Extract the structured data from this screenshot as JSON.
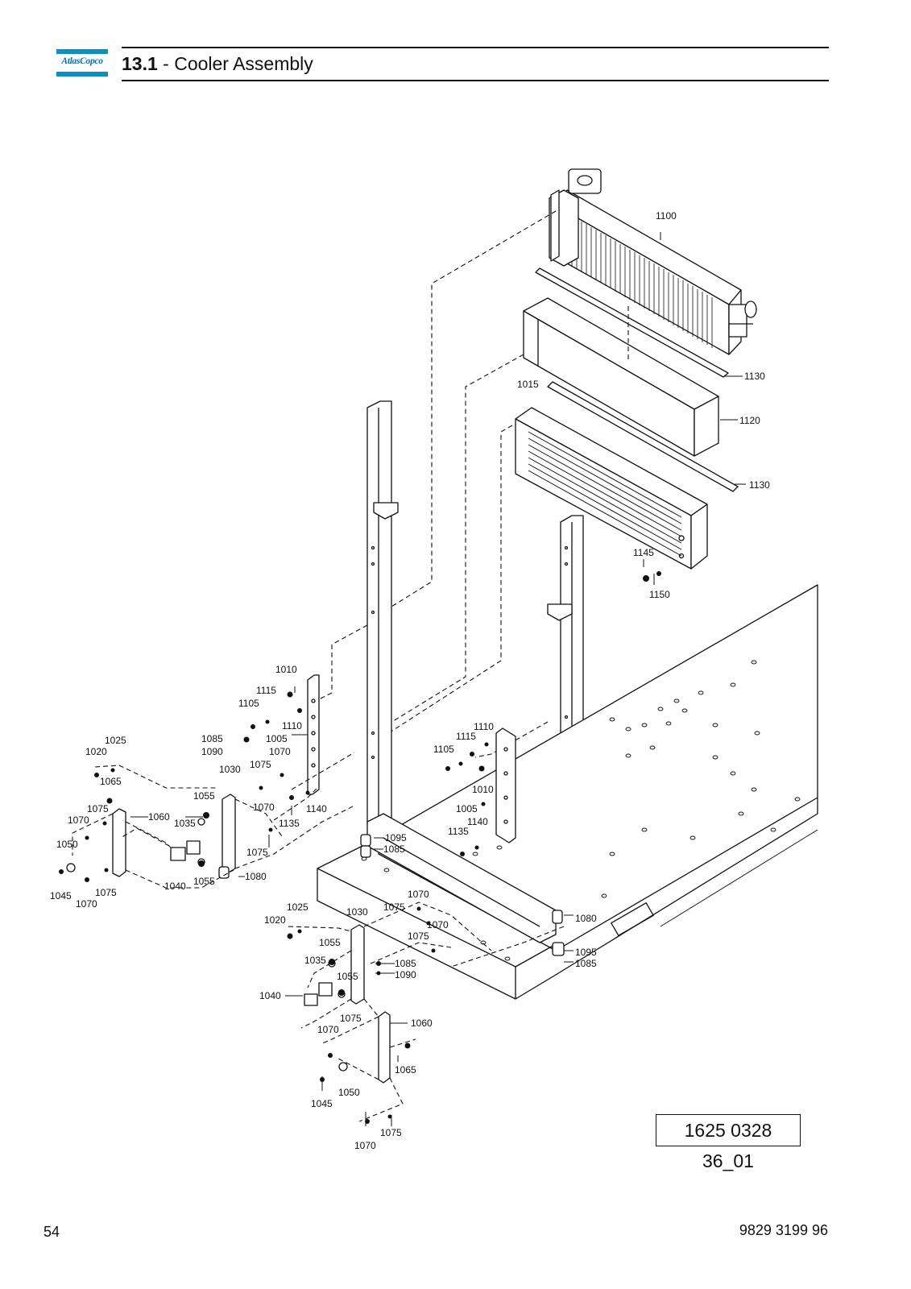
{
  "header": {
    "logo_text": "AtlasCopco",
    "section_number": "13.1",
    "section_title": " - Cooler Assembly"
  },
  "diagram": {
    "parts": [
      {
        "id": "p1100",
        "label": "1100"
      },
      {
        "id": "p1130a",
        "label": "1130"
      },
      {
        "id": "p1015",
        "label": "1015"
      },
      {
        "id": "p1120",
        "label": "1120"
      },
      {
        "id": "p1130b",
        "label": "1130"
      },
      {
        "id": "p1145",
        "label": "1145"
      },
      {
        "id": "p1150",
        "label": "1150"
      },
      {
        "id": "p1010a",
        "label": "1010"
      },
      {
        "id": "p1115a",
        "label": "1115"
      },
      {
        "id": "p1105a",
        "label": "1105"
      },
      {
        "id": "p1110a",
        "label": "1110"
      },
      {
        "id": "p1085a",
        "label": "1085"
      },
      {
        "id": "p1005a",
        "label": "1005"
      },
      {
        "id": "p1090a",
        "label": "1090"
      },
      {
        "id": "p1070a",
        "label": "1070"
      },
      {
        "id": "p1025a",
        "label": "1025"
      },
      {
        "id": "p1020a",
        "label": "1020"
      },
      {
        "id": "p1030a",
        "label": "1030"
      },
      {
        "id": "p1075a",
        "label": "1075"
      },
      {
        "id": "p1065a",
        "label": "1065"
      },
      {
        "id": "p1055a",
        "label": "1055"
      },
      {
        "id": "p1070b",
        "label": "1070"
      },
      {
        "id": "p1140a",
        "label": "1140"
      },
      {
        "id": "p1075b",
        "label": "1075"
      },
      {
        "id": "p1060a",
        "label": "1060"
      },
      {
        "id": "p1070c",
        "label": "1070"
      },
      {
        "id": "p1035a",
        "label": "1035"
      },
      {
        "id": "p1135a",
        "label": "1135"
      },
      {
        "id": "p1050a",
        "label": "1050"
      },
      {
        "id": "p1075c",
        "label": "1075"
      },
      {
        "id": "p1080a",
        "label": "1080"
      },
      {
        "id": "p1040a",
        "label": "1040"
      },
      {
        "id": "p1055b",
        "label": "1055"
      },
      {
        "id": "p1045a",
        "label": "1045"
      },
      {
        "id": "p1075d",
        "label": "1075"
      },
      {
        "id": "p1070d",
        "label": "1070"
      },
      {
        "id": "p1110b",
        "label": "1110"
      },
      {
        "id": "p1115b",
        "label": "1115"
      },
      {
        "id": "p1105b",
        "label": "1105"
      },
      {
        "id": "p1010b",
        "label": "1010"
      },
      {
        "id": "p1005b",
        "label": "1005"
      },
      {
        "id": "p1140b",
        "label": "1140"
      },
      {
        "id": "p1135b",
        "label": "1135"
      },
      {
        "id": "p1095a",
        "label": "1095"
      },
      {
        "id": "p1085b",
        "label": "1085"
      },
      {
        "id": "p1070e",
        "label": "1070"
      },
      {
        "id": "p1025b",
        "label": "1025"
      },
      {
        "id": "p1030b",
        "label": "1030"
      },
      {
        "id": "p1075e",
        "label": "1075"
      },
      {
        "id": "p1020b",
        "label": "1020"
      },
      {
        "id": "p1070f",
        "label": "1070"
      },
      {
        "id": "p1075f",
        "label": "1075"
      },
      {
        "id": "p1055c",
        "label": "1055"
      },
      {
        "id": "p1080b",
        "label": "1080"
      },
      {
        "id": "p1035b",
        "label": "1035"
      },
      {
        "id": "p1085c",
        "label": "1085"
      },
      {
        "id": "p1090b",
        "label": "1090"
      },
      {
        "id": "p1095b",
        "label": "1095"
      },
      {
        "id": "p1085d",
        "label": "1085"
      },
      {
        "id": "p1055d",
        "label": "1055"
      },
      {
        "id": "p1040b",
        "label": "1040"
      },
      {
        "id": "p1075g",
        "label": "1075"
      },
      {
        "id": "p1060b",
        "label": "1060"
      },
      {
        "id": "p1070g",
        "label": "1070"
      },
      {
        "id": "p1065b",
        "label": "1065"
      },
      {
        "id": "p1045b",
        "label": "1045"
      },
      {
        "id": "p1050b",
        "label": "1050"
      },
      {
        "id": "p1075h",
        "label": "1075"
      },
      {
        "id": "p1070h",
        "label": "1070"
      }
    ],
    "drawing_reference": "1625 0328 36_01"
  },
  "footer": {
    "page_number": "54",
    "document_number": "9829 3199 96"
  }
}
